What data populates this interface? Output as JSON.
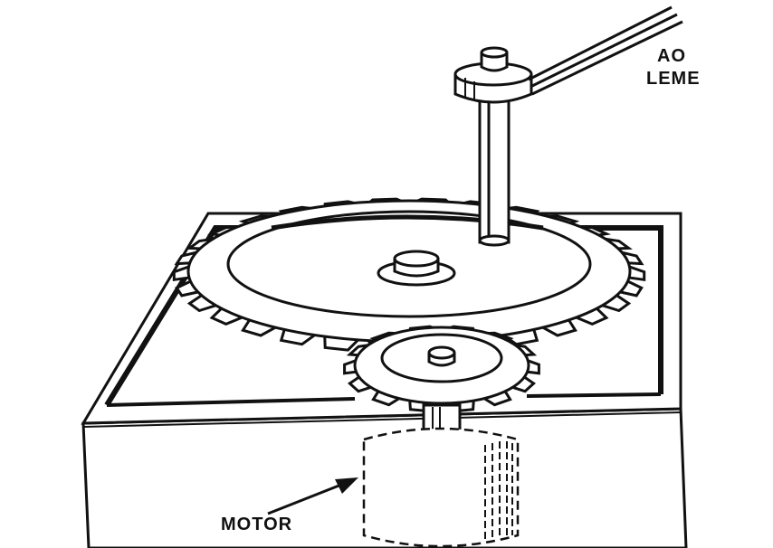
{
  "labels": {
    "leme_line1": "AO",
    "leme_line2": "LEME",
    "motor": "MOTOR"
  },
  "colors": {
    "ink": "#111111",
    "paper": "#ffffff",
    "shadow": "#cfcfcf"
  }
}
